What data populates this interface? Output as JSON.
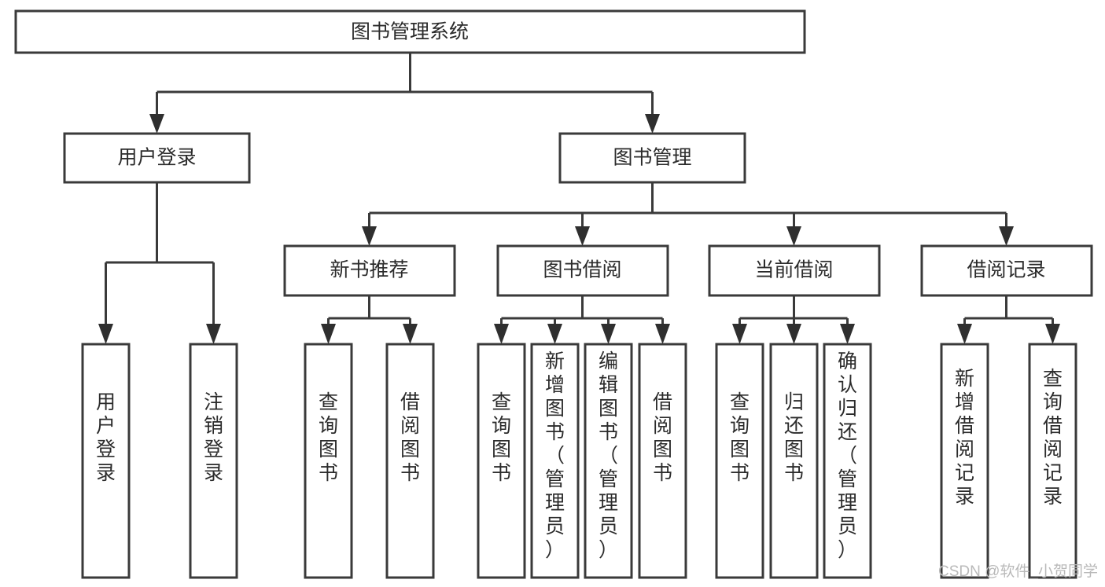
{
  "diagram": {
    "type": "tree-hierarchy",
    "title": "图书管理系统",
    "orientation": "top-down",
    "background_color": "#ffffff",
    "line_color": "#3a3a3a",
    "text_color": "#2b2b2b"
  },
  "nodes": {
    "root": {
      "label": "图书管理系统",
      "level": 1,
      "orientation": "horizontal"
    },
    "level2": [
      {
        "id": "user-login",
        "label": "用户登录",
        "orientation": "horizontal"
      },
      {
        "id": "book-manage",
        "label": "图书管理",
        "orientation": "horizontal"
      }
    ],
    "level3": [
      {
        "id": "new-book-recommend",
        "label": "新书推荐",
        "orientation": "horizontal",
        "parent": "book-manage"
      },
      {
        "id": "book-borrow",
        "label": "图书借阅",
        "orientation": "horizontal",
        "parent": "book-manage"
      },
      {
        "id": "current-borrow",
        "label": "当前借阅",
        "orientation": "horizontal",
        "parent": "book-manage"
      },
      {
        "id": "borrow-record",
        "label": "借阅记录",
        "orientation": "horizontal",
        "parent": "book-manage"
      }
    ],
    "leaves": [
      {
        "id": "leaf-user-login",
        "label": "用户登录",
        "parent": "user-login",
        "orientation": "vertical"
      },
      {
        "id": "leaf-user-logout",
        "label": "注销登录",
        "parent": "user-login",
        "orientation": "vertical"
      },
      {
        "id": "leaf-query-book-1",
        "label": "查询图书",
        "parent": "new-book-recommend",
        "orientation": "vertical"
      },
      {
        "id": "leaf-borrow-book-1",
        "label": "借阅图书",
        "parent": "new-book-recommend",
        "orientation": "vertical"
      },
      {
        "id": "leaf-query-book-2",
        "label": "查询图书",
        "parent": "book-borrow",
        "orientation": "vertical"
      },
      {
        "id": "leaf-add-book",
        "label": "新增图书（管理员）",
        "parent": "book-borrow",
        "orientation": "vertical"
      },
      {
        "id": "leaf-edit-book",
        "label": "编辑图书（管理员）",
        "parent": "book-borrow",
        "orientation": "vertical"
      },
      {
        "id": "leaf-borrow-book-2",
        "label": "借阅图书",
        "parent": "book-borrow",
        "orientation": "vertical"
      },
      {
        "id": "leaf-query-book-3",
        "label": "查询图书",
        "parent": "current-borrow",
        "orientation": "vertical"
      },
      {
        "id": "leaf-return-book",
        "label": "归还图书",
        "parent": "current-borrow",
        "orientation": "vertical"
      },
      {
        "id": "leaf-confirm-return",
        "label": "确认归还（管理员）",
        "parent": "current-borrow",
        "orientation": "vertical"
      },
      {
        "id": "leaf-add-record",
        "label": "新增借阅记录",
        "parent": "borrow-record",
        "orientation": "vertical"
      },
      {
        "id": "leaf-query-record",
        "label": "查询借阅记录",
        "parent": "borrow-record",
        "orientation": "vertical"
      }
    ]
  },
  "watermark": {
    "text": "CSDN @软件_小贺同学"
  }
}
